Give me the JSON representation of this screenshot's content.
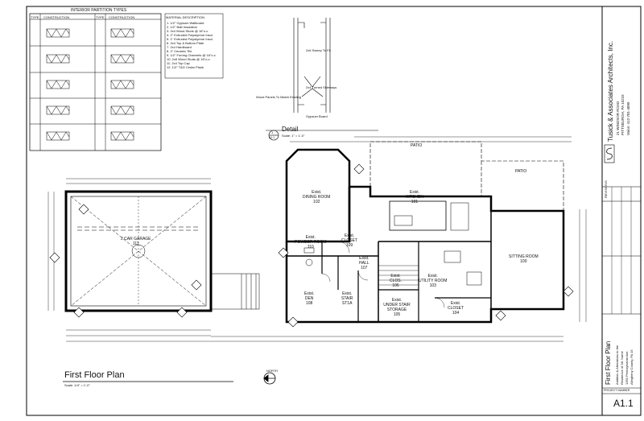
{
  "legend": {
    "title": "INTERIOR PARTITION TYPES",
    "col_type": "TYPE",
    "col_construction": "CONSTRUCTION",
    "material_title": "MATERIAL DESCRIPTION",
    "materials": [
      "1. 1/2\" Gypsum Wallboard",
      "2. 1/2\" Batt Insulation",
      "3. 2x4 Wood Studs @ 16\"o.c.",
      "4. 2\" Extruded Polystyrene Insul.",
      "5. 1\" Extruded Polystyrene Insul.",
      "6. 2x4 Top & Bottom Plate",
      "7. 2x4 Hardboard",
      "8. 2\" Ceramic Tile",
      "9. 1/2\" Furring Channels @ 16\"o.c.",
      "10. 2x6 Wood Studs @ 16\"o.c.",
      "11. 2x4 Top Cap",
      "12. 1/2\" T&G Cedar Plank"
    ]
  },
  "detail": {
    "number": "1",
    "sheet": "A1.1",
    "title": "Detail",
    "scale": "Scale: 1\" = 1'-0\"",
    "notes": [
      "Wood Panels To Match Existing",
      "2x6 Sweep To Fit",
      "2x4 Turned Sideways",
      "Gypsum Board"
    ]
  },
  "rooms": {
    "garage": {
      "name": "2 CAR GARAGE",
      "num": "111"
    },
    "dining": {
      "name": "DINING ROOM",
      "num": "102"
    },
    "kitchen": {
      "name": "KITCHEN",
      "num": "101"
    },
    "powder": {
      "name": "POWDER ROOM",
      "num": "110"
    },
    "closet109": {
      "name": "CLOSET",
      "num": "109"
    },
    "hall": {
      "name": "HALL",
      "num": "107"
    },
    "den": {
      "name": "DEN",
      "num": "108"
    },
    "stair": {
      "name": "STAIR",
      "num": "ST1A"
    },
    "understair": {
      "name": "UNDER STAIR STORAGE",
      "num": "105"
    },
    "clos106": {
      "name": "CLOS.",
      "num": "106"
    },
    "utility": {
      "name": "UTILITY ROOM",
      "num": "103"
    },
    "closet104": {
      "name": "CLOSET",
      "num": "104"
    },
    "sitting": {
      "name": "SITTING ROOM",
      "num": "100"
    },
    "patio1": "PATIO",
    "patio2": "PATIO",
    "exist": "Exist."
  },
  "plan": {
    "title": "First Floor Plan",
    "scale": "Scale: 1/4\" = 1'-0\"",
    "north": "NORTH"
  },
  "title_block": {
    "firm": "Tusick & Associates Architects, Inc.",
    "address1": "21 WINDSOR ROAD",
    "address2": "PITTSBURGH, PA 15215",
    "phone": "Voice: 412-781-4895",
    "revisions": "REVISIONS",
    "drawing_title": "First Floor Plan",
    "project_lines": [
      "Addition & Alterations to the",
      "Residence of Mr. Name",
      "1350 Pennsylvania Ave.",
      "Allegheny County, PA 15"
    ],
    "project_number_label": "PROJECT NUMBER",
    "sheet": "A1.1"
  }
}
